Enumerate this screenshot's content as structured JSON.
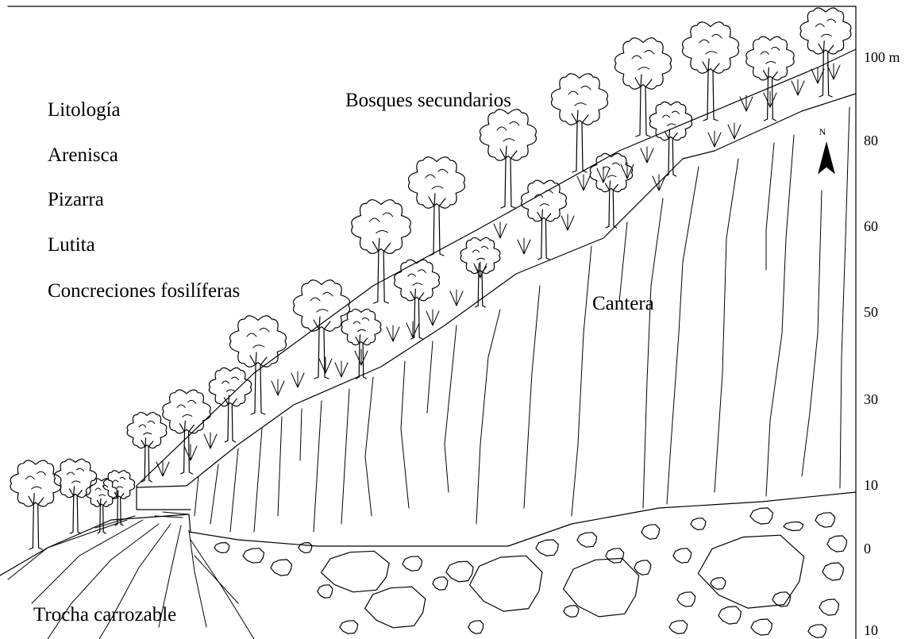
{
  "legend": {
    "title": "Litología",
    "items": [
      "Arenisca",
      "Pizarra",
      "Lutita",
      "Concreciones fosilíferas"
    ]
  },
  "labels": {
    "forest": "Bosques secundarios",
    "quarry": "Cantera",
    "road": "Trocha carrozable"
  },
  "scale": {
    "ticks": [
      "100 m",
      "80",
      "60",
      "50",
      "30",
      "10",
      "0",
      "10"
    ]
  },
  "north": {
    "label": "N",
    "icon": "north-arrow-icon"
  }
}
